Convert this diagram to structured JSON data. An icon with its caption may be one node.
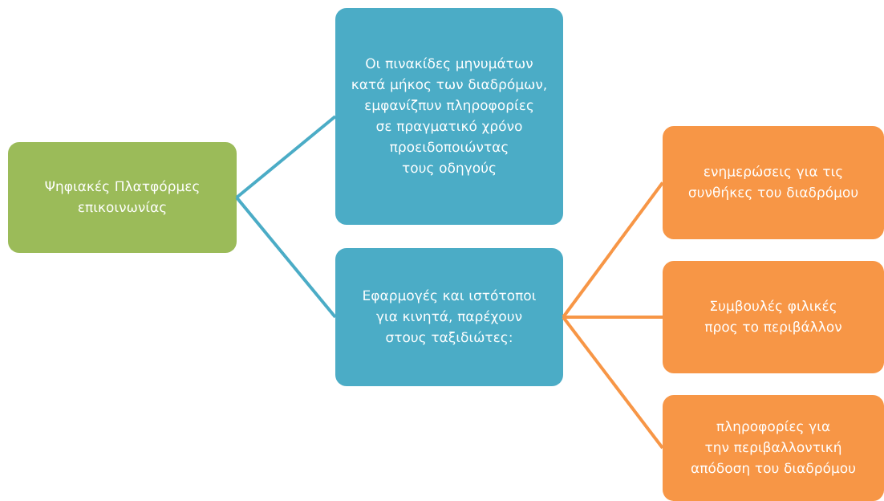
{
  "diagram": {
    "nodes": [
      {
        "text": [
          "Ψηφιακές  Πλατφόρμες επικοινωνίας"
        ]
      },
      {
        "text": [
          "Οι πινακίδες μηνυμάτων κατά  μήκος των διαδρόμων, εμφανίζπυν πληροφορίες σε πραγματικό  χρόνο προειδοποιώντας τους οδηγούς"
        ]
      },
      {
        "text": [
          "Εφαρμογές και ιστότοποι για κινητά, παρέχουν στους ταξιδιώτες:"
        ]
      },
      {
        "text": [
          "ενημερώσεις για τις συνθήκες του διαδρόμου"
        ]
      },
      {
        "text": [
          "Συμβουλές φιλικές προς το περιβάλλον"
        ]
      },
      {
        "text": [
          "πληροφορίες για την περιβαλλοντική  απόδοση του διαδρόμου"
        ]
      }
    ],
    "edges": [
      {
        "from": 0,
        "to": 1,
        "arrow": "none",
        "color": "#4bacc6"
      },
      {
        "from": 0,
        "to": 2,
        "arrow": "none",
        "color": "#4bacc6"
      },
      {
        "from": 2,
        "to": 3,
        "arrow": "none"
      },
      {
        "from": 2,
        "to": 4,
        "arrow": "none"
      },
      {
        "from": 2,
        "to": 5,
        "arrow": "none"
      }
    ]
  }
}
